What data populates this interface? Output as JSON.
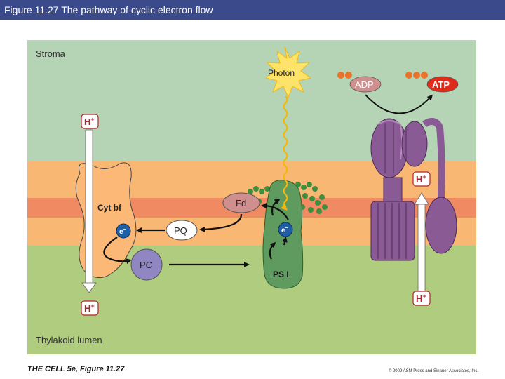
{
  "header": {
    "title": "Figure 11.27 The pathway of cyclic electron flow"
  },
  "diagram": {
    "stroma_label": "Stroma",
    "lumen_label": "Thylakoid lumen",
    "photon_label": "Photon",
    "adp_label": "ADP",
    "atp_label": "ATP",
    "hplus_label": "H",
    "hplus_sup": "+",
    "cyt_label": "Cyt bf",
    "electron_label": "e",
    "electron_sup": "−",
    "fd_label": "Fd",
    "pq_label": "PQ",
    "pc_label": "PC",
    "ps1_label": "PS I"
  },
  "footer": {
    "source": "THE CELL 5e, Figure 11.27",
    "copyright": "© 2009 ASM Press and Sinauer Associates, Inc."
  },
  "colors": {
    "stroma": "#b5d4b5",
    "membrane_outer": "#f9b774",
    "membrane_inner": "#f08a63",
    "lumen": "#b0cd7f",
    "cyt": "#fbb876",
    "ps1": "#5f9a5f",
    "fd": "#cf8f8f",
    "pc": "#8f86c2",
    "atp_synthase": "#8a5a94",
    "hplus_border": "#b3202a",
    "electron": "#1f5fa6"
  }
}
